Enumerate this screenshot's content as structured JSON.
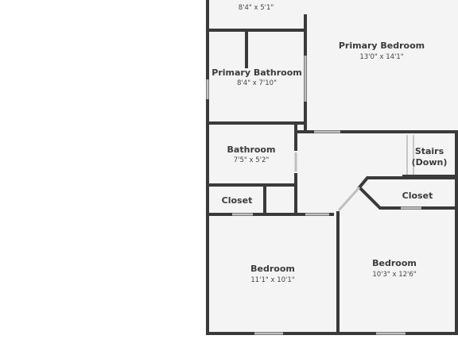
{
  "colors": {
    "wall": "#3a3a3a",
    "floor": "#f4f4f4",
    "background": "#ffffff",
    "window": "#bfbfbf"
  },
  "rooms": {
    "top_room": {
      "name": "",
      "dim": "8'4\" x 5'1\""
    },
    "primary_bedroom": {
      "name": "Primary Bedroom",
      "dim": "13'0\" x 14'1\""
    },
    "primary_bathroom": {
      "name": "Primary Bathroom",
      "dim": "8'4\" x 7'10\""
    },
    "bathroom": {
      "name": "Bathroom",
      "dim": "7'5\" x 5'2\""
    },
    "stairs": {
      "name": "Stairs",
      "sub": "(Down)"
    },
    "closet_left": {
      "name": "Closet"
    },
    "closet_right": {
      "name": "Closet"
    },
    "bedroom_left": {
      "name": "Bedroom",
      "dim": "11'1\" x 10'1\""
    },
    "bedroom_right": {
      "name": "Bedroom",
      "dim": "10'3\" x 12'6\""
    }
  }
}
